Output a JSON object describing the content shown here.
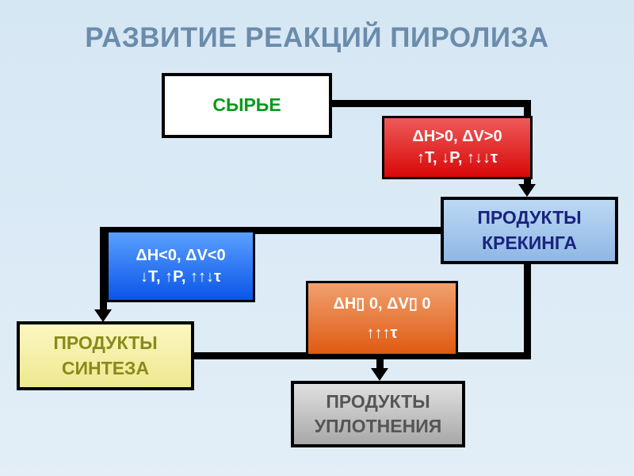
{
  "title": "РАЗВИТИЕ РЕАКЦИЙ ПИРОЛИЗА",
  "nodes": {
    "raw": "СЫРЬЕ",
    "cracking": [
      "ПРОДУКТЫ",
      "КРЕКИНГА"
    ],
    "synthesis": [
      "ПРОДУКТЫ",
      "СИНТЕЗА"
    ],
    "condensation": [
      "ПРОДУКТЫ",
      "УПЛОТНЕНИЯ"
    ]
  },
  "conditions": {
    "cracking": [
      "ΔH>0, ΔV>0",
      "↑T, ↓P, ↑↓↓τ"
    ],
    "synthesis": [
      "ΔH<0, ΔV<0",
      "↓T, ↑P, ↑↑↓τ"
    ],
    "condensation": [
      "ΔH▯ 0, ΔV▯ 0",
      "↑↑↑τ"
    ]
  },
  "colors": {
    "raw": "#0a9a1a",
    "cracking": "#1a237e",
    "synthesis": "#8a8a1a",
    "red": "#e01010",
    "blue": "#1060ee",
    "orange": "#e86a20"
  }
}
